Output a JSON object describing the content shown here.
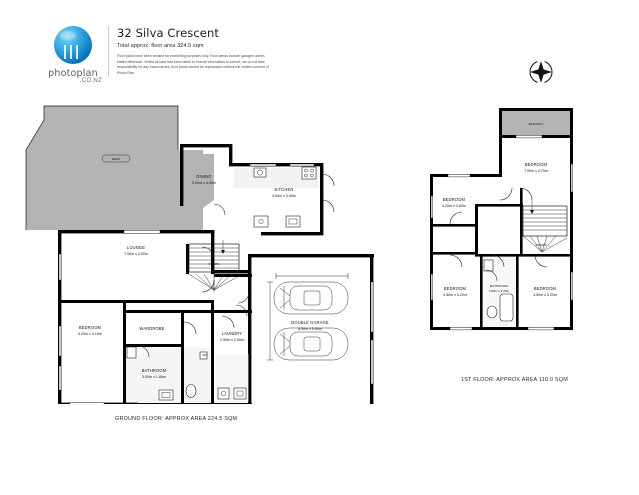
{
  "header": {
    "logo_word": "photoplan",
    "logo_sub": ".CO.NZ",
    "address": "32 Silva Crescent",
    "area_line": "Total approx. floor area 324.5 sqm",
    "disclaimer": "Floor plans have been created for marketing purposes only. Floor areas include garages unless stated otherwise. Whilst all care has been taken to ensure information is correct, we do not take responsibility for any inaccuracies, floor plans cannot be reproduced without the written consent of Photo Plan."
  },
  "compass": {
    "label": "north-compass"
  },
  "ground_floor": {
    "caption": "GROUND FLOOR: APPROX AREA 224.5 SQM",
    "rooms": [
      {
        "name": "DECK",
        "dims": ""
      },
      {
        "name": "LOUNGE",
        "dims": "7.00m  x 4.00m"
      },
      {
        "name": "DINING",
        "dims": "5.00m  x 4.00m"
      },
      {
        "name": "KITCHEN",
        "dims": "4.00m  x 3.00m"
      },
      {
        "name": "BEDROOM",
        "dims": "4.20m  x 4.10m"
      },
      {
        "name": "WARDROBE",
        "dims": ""
      },
      {
        "name": "BATHROOM",
        "dims": "3.00m  x 1.80m"
      },
      {
        "name": "LAUNDRY",
        "dims": "2.90m  x 2.50m"
      },
      {
        "name": "WC",
        "dims": ""
      },
      {
        "name": "STAIRS",
        "dims": ""
      },
      {
        "name": "DOUBLE GARAGE",
        "dims": "6.00m x 5.90m"
      }
    ]
  },
  "first_floor": {
    "caption": "1ST FLOOR: APPROX AREA 110.0 SQM",
    "rooms": [
      {
        "name": "BALCONY",
        "dims": ""
      },
      {
        "name": "BEDROOM",
        "dims": "7.00m  x 4.70m"
      },
      {
        "name": "BEDROOM",
        "dims": "4.20m  x 3.80m"
      },
      {
        "name": "BEDROOM",
        "dims": "4.50m  x 3.20m"
      },
      {
        "name": "BEDROOM",
        "dims": "4.50m  x 3.20m"
      },
      {
        "name": "BATHROOM",
        "dims": "3.60m  x 2.20m"
      },
      {
        "name": "STAIRS",
        "dims": ""
      }
    ]
  },
  "colors": {
    "wall": "#000000",
    "deck": "#b3b3b3",
    "paper": "#ffffff",
    "logo_blue": "#1f96d6"
  }
}
